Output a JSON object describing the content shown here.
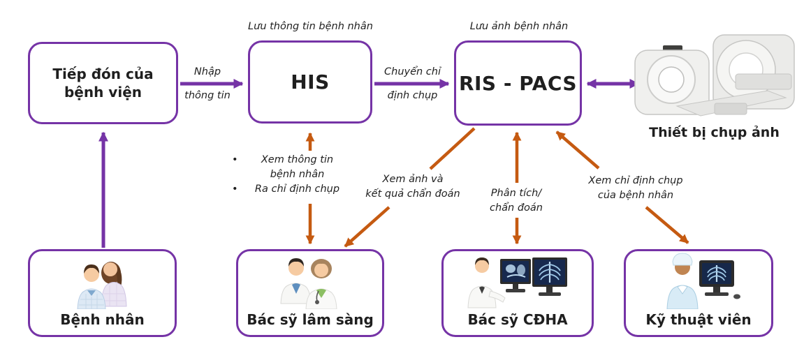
{
  "colors": {
    "purple": "#7533A6",
    "orange": "#C55A11",
    "text": "#1F1F1F"
  },
  "top_row": {
    "reception": {
      "label": "Tiếp đón của bệnh viện"
    },
    "his": {
      "caption": "Lưu thông tin bệnh nhân",
      "label": "HIS"
    },
    "ris_pacs": {
      "caption": "Lưu ảnh bệnh nhân",
      "label": "RIS - PACS"
    },
    "device": {
      "label": "Thiết bị chụp ảnh",
      "icon": "ct-scanner-icon"
    }
  },
  "bottom_row": {
    "patient": {
      "label": "Bệnh nhân",
      "icon": "patients-icon"
    },
    "clinical_doctor": {
      "label": "Bác sỹ lâm sàng",
      "icon": "doctors-icon"
    },
    "radiology_doctor": {
      "label": "Bác sỹ CĐHA",
      "icon": "radiologist-workstation-icon"
    },
    "technician": {
      "label": "Kỹ thuật viên",
      "icon": "technician-workstation-icon"
    }
  },
  "arrows": {
    "reception_to_his": {
      "direction": "right",
      "label_top": "Nhập",
      "label_bottom": "thông tin"
    },
    "his_to_ris_pacs": {
      "direction": "right",
      "label_top": "Chuyển chỉ",
      "label_bottom": "định chụp"
    },
    "ris_pacs_device": {
      "direction": "both"
    },
    "patient_to_reception": {
      "direction": "up"
    },
    "clinical_doctor_his": {
      "direction": "both",
      "bullets": [
        "Xem thông tin bệnh nhân",
        "Ra chỉ định chụp"
      ]
    },
    "ris_pacs_to_clinical_doctor": {
      "direction": "down",
      "label_line1": "Xem ảnh và",
      "label_line2": "kết quả chẩn đoán"
    },
    "ris_pacs_radiology_doctor": {
      "direction": "both",
      "label_line1": "Phân tích/",
      "label_line2": "chẩn đoán"
    },
    "ris_pacs_technician": {
      "direction": "both",
      "label_line1": "Xem chỉ định chụp",
      "label_line2": "của bệnh nhân"
    }
  }
}
